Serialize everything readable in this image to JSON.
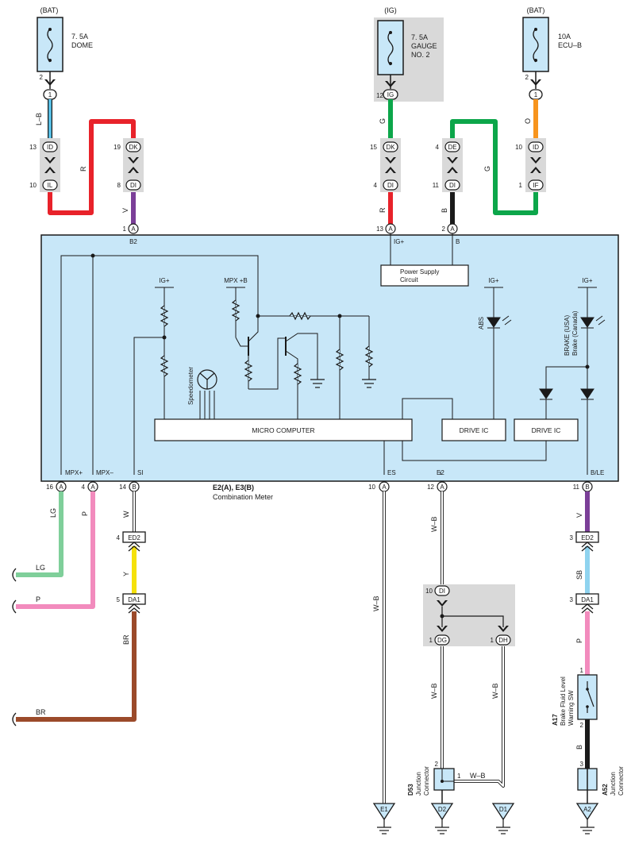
{
  "fuses": {
    "dome": {
      "source": "(BAT)",
      "rating": "7. 5A",
      "name": "DOME",
      "pin": "2",
      "conn": "1"
    },
    "gauge": {
      "source": "(IG)",
      "rating": "7. 5A",
      "name1": "GAUGE",
      "name2": "NO. 2",
      "pin": "12",
      "conn": "IG"
    },
    "ecub": {
      "source": "(BAT)",
      "rating": "10A",
      "name": "ECU–B",
      "pin": "2",
      "conn": "1"
    }
  },
  "junctions": {
    "j1": {
      "top_pin": "13",
      "top": "ID",
      "bot_pin": "10",
      "bot": "IL"
    },
    "j2": {
      "top_pin": "19",
      "top": "DK",
      "bot_pin": "8",
      "bot": "DI"
    },
    "j3": {
      "top_pin": "15",
      "top": "DK",
      "bot_pin": "4",
      "bot": "DI"
    },
    "j4": {
      "top_pin": "4",
      "top": "DE",
      "bot_pin": "11",
      "bot": "DI"
    },
    "j5": {
      "top_pin": "10",
      "top": "ID",
      "bot_pin": "1",
      "bot": "IF"
    }
  },
  "wire_colors": {
    "lb": "L–B",
    "r": "R",
    "v": "V",
    "g": "G",
    "o": "O",
    "b": "B",
    "lg": "LG",
    "p": "P",
    "w": "W",
    "y": "Y",
    "br": "BR",
    "wb": "W–B",
    "sb": "SB"
  },
  "colors": {
    "lb": "#5bc8f0",
    "red": "#e8222a",
    "violet": "#7b3f98",
    "green": "#0ca64a",
    "orange": "#f7941d",
    "black": "#1a1a1a",
    "lg": "#7fcf9a",
    "pink": "#f28bbd",
    "yellow": "#f5e10a",
    "brown": "#9b4a2a",
    "sky": "#8fd3ef",
    "meter_fill": "#c8e7f8",
    "junction_fill": "#d9d9d9"
  },
  "meter": {
    "title": "E2(A), E3(B)",
    "subtitle": "Combination Meter",
    "pins_top": [
      {
        "num": "1",
        "conn": "A",
        "label": "B2"
      },
      {
        "num": "13",
        "conn": "A",
        "label": "IG+"
      },
      {
        "num": "2",
        "conn": "A",
        "label": "B"
      }
    ],
    "pins_bottom": [
      {
        "num": "16",
        "conn": "A",
        "label": "MPX+"
      },
      {
        "num": "4",
        "conn": "A",
        "label": "MPX–"
      },
      {
        "num": "14",
        "conn": "B",
        "label": "SI"
      },
      {
        "num": "10",
        "conn": "A",
        "label": "ES"
      },
      {
        "num": "12",
        "conn": "A",
        "label": "E2"
      },
      {
        "num": "11",
        "conn": "B",
        "label": "B/LE"
      }
    ],
    "power_supply": "Power Supply Circuit",
    "micro": "MICRO COMPUTER",
    "drive1": "DRIVE IC",
    "drive2": "DRIVE IC",
    "igp": "IG+",
    "mpxb": "MPX +B",
    "speedometer": "Speedometer",
    "abs": "ABS",
    "brake1": "BRAKE (USA)",
    "brake2": "Brake (Canada)"
  },
  "lower": {
    "ed2_left": {
      "pin": "4",
      "name": "ED2"
    },
    "da1_left": {
      "pin": "5",
      "name": "DA1"
    },
    "ed2_right": {
      "pin": "3",
      "name": "ED2"
    },
    "da1_right": {
      "pin": "3",
      "name": "DA1"
    },
    "di": {
      "pin": "10",
      "name": "DI"
    },
    "dg": {
      "pin": "1",
      "name": "DG"
    },
    "dh": {
      "pin": "1",
      "name": "DH"
    },
    "d53": {
      "id": "D53",
      "name1": "Junction",
      "name2": "Connector",
      "p2": "2",
      "p1": "1"
    },
    "a17": {
      "id": "A17",
      "name1": "Brake Fluid Level",
      "name2": "Warning SW",
      "p1": "1",
      "p2": "2"
    },
    "a52": {
      "id": "A52",
      "name1": "Junction",
      "name2": "Connector",
      "p3": "3"
    },
    "grounds": [
      "E1",
      "D2",
      "D1",
      "A2"
    ]
  }
}
